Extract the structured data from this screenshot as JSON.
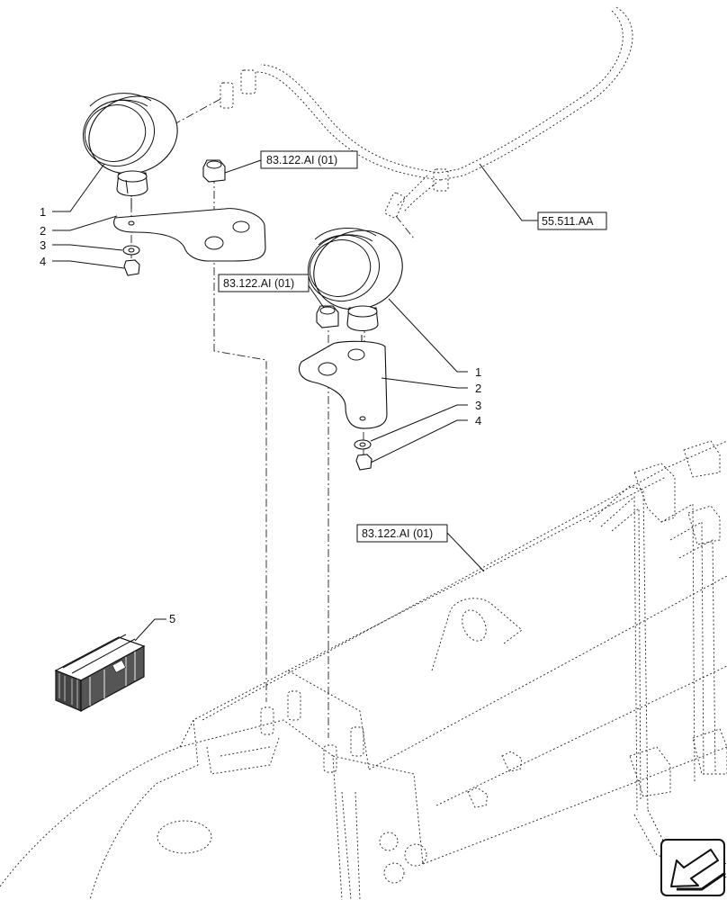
{
  "callouts": {
    "left_lamp": {
      "c1": "1",
      "c2": "2",
      "c3": "3",
      "c4": "4"
    },
    "right_lamp": {
      "c1": "1",
      "c2": "2",
      "c3": "3",
      "c4": "4"
    },
    "kit": "5"
  },
  "references": {
    "ref_top": "83.122.AI (01)",
    "ref_mid": "83.122.AI (01)",
    "ref_frame": "83.122.AI (01)",
    "ref_harness": "55.511.AA"
  },
  "icons": {
    "nav_arrow": "arrow-down-left-icon",
    "kit_box": "crate-icon"
  }
}
